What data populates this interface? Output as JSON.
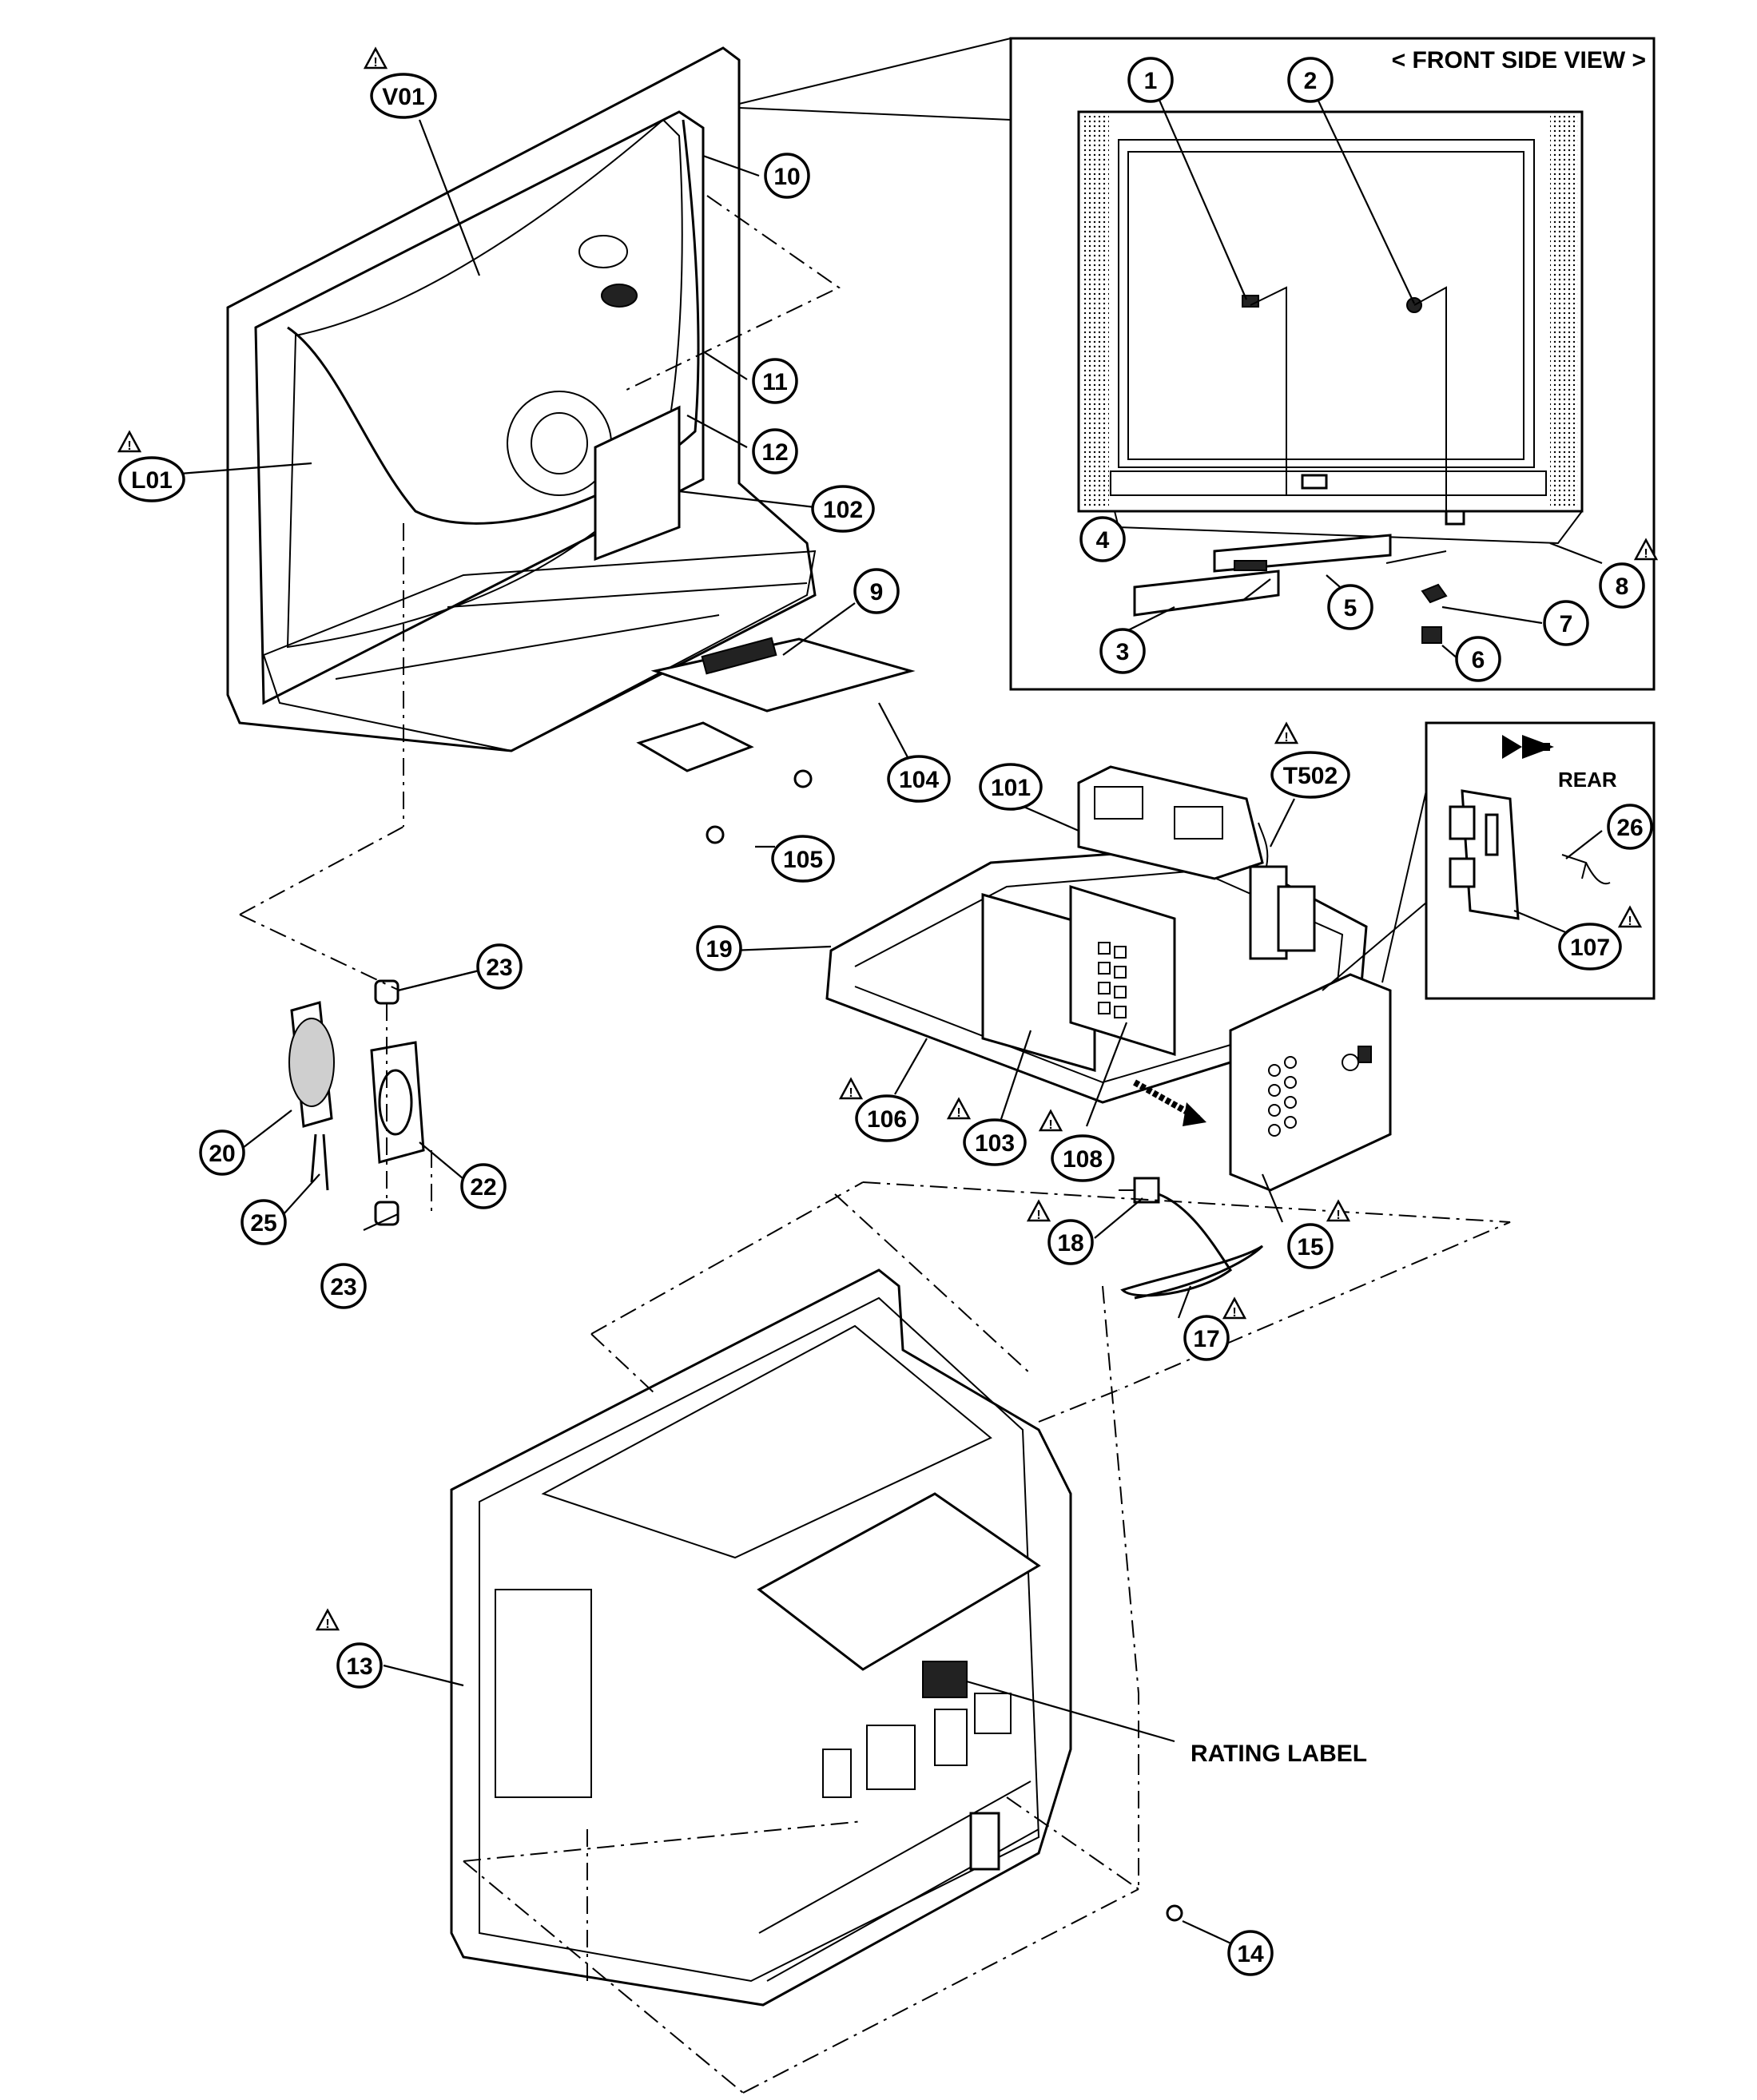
{
  "diagram": {
    "header": "< FRONT SIDE VIEW >",
    "rating_label": "RATING LABEL",
    "rear_label": "REAR",
    "callouts": {
      "v01": "V01",
      "l01": "L01",
      "c1": "1",
      "c2": "2",
      "c3": "3",
      "c4": "4",
      "c5": "5",
      "c6": "6",
      "c7": "7",
      "c8": "8",
      "c9": "9",
      "c10": "10",
      "c11": "11",
      "c12": "12",
      "c13": "13",
      "c14": "14",
      "c15": "15",
      "c17": "17",
      "c18": "18",
      "c19": "19",
      "c20": "20",
      "c22": "22",
      "c23a": "23",
      "c23b": "23",
      "c25": "25",
      "c26": "26",
      "c101": "101",
      "c102": "102",
      "c103": "103",
      "c104": "104",
      "c105": "105",
      "c106": "106",
      "c107": "107",
      "c108": "108",
      "t502": "T502"
    }
  }
}
